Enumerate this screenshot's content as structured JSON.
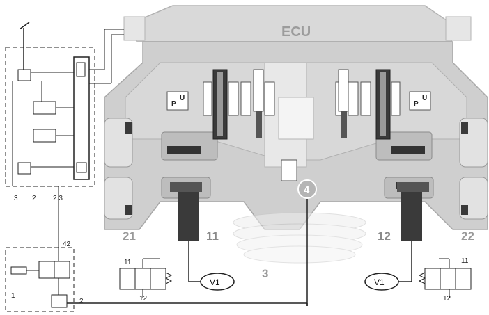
{
  "labels": {
    "ecu": "ECU",
    "part_21": "21",
    "part_11": "11",
    "part_12": "12",
    "part_22": "22",
    "part_3": "3",
    "part_4": "4",
    "v1_left": "V1",
    "v1_right": "V1",
    "port_p_left": "P",
    "port_u_left": "U",
    "port_p_right": "P",
    "port_u_right": "U",
    "left_module_3": "3",
    "left_module_2": "2",
    "left_module_23": "2.3",
    "valve_port_42": "42",
    "valve_port_1": "1",
    "valve_port_2": "2",
    "left_valve_11": "11",
    "left_valve_12": "12",
    "right_valve_11": "11",
    "right_valve_12": "12"
  },
  "colors": {
    "housing": "#c9c9c9",
    "housing_light": "#dcdcdc",
    "outline": "#9a9a9a",
    "dark_part": "#3a3a3a",
    "line": "#222222",
    "label": "#9a9a9a"
  }
}
